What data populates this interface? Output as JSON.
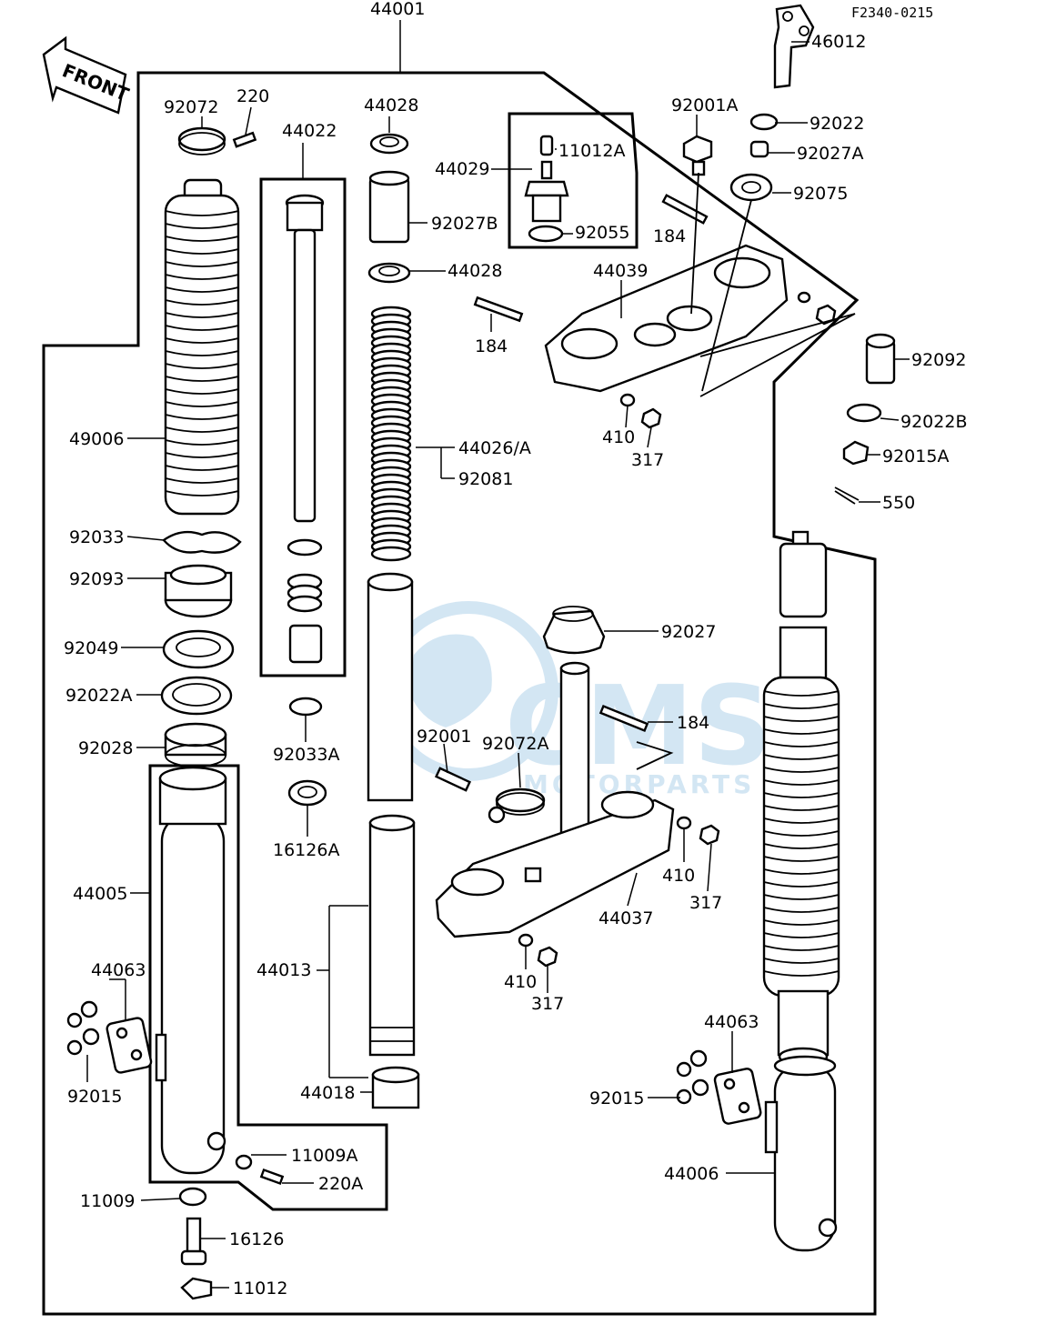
{
  "diagram_code": "F2340-0215",
  "front_sign": "FRONT",
  "watermark": {
    "brand": "CMS",
    "sub": "MOTORPARTS",
    "color": "#9fc8e6"
  },
  "labels": {
    "l44001": "44001",
    "l46012": "46012",
    "l92072": "92072",
    "l220": "220",
    "l44022": "44022",
    "l44028a": "44028",
    "l44028b": "44028",
    "l44029": "44029",
    "l11012A": "11012A",
    "l92055": "92055",
    "l92027B": "92027B",
    "l92001A": "92001A",
    "l92022": "92022",
    "l92027A": "92027A",
    "l92075": "92075",
    "l184a": "184",
    "l184b": "184",
    "l184c": "184",
    "l44039": "44039",
    "l410a": "410",
    "l317a": "317",
    "l92092": "92092",
    "l92022B": "92022B",
    "l92015A": "92015A",
    "l550": "550",
    "l49006": "49006",
    "l44026A": "44026/A",
    "l92081": "92081",
    "l92033": "92033",
    "l92093": "92093",
    "l92027": "92027",
    "l92049": "92049",
    "l92022A": "92022A",
    "l92028": "92028",
    "l92033A": "92033A",
    "l92001": "92001",
    "l92072A": "92072A",
    "l16126A": "16126A",
    "l410b": "410",
    "l317b": "317",
    "l44005": "44005",
    "l44037": "44037",
    "l410c": "410",
    "l317c": "317",
    "l44063a": "44063",
    "l44013": "44013",
    "l44063b": "44063",
    "l92015a": "92015",
    "l44018": "44018",
    "l92015b": "92015",
    "l11009A": "11009A",
    "l220A": "220A",
    "l44006": "44006",
    "l11009": "11009",
    "l16126": "16126",
    "l11012": "11012"
  }
}
